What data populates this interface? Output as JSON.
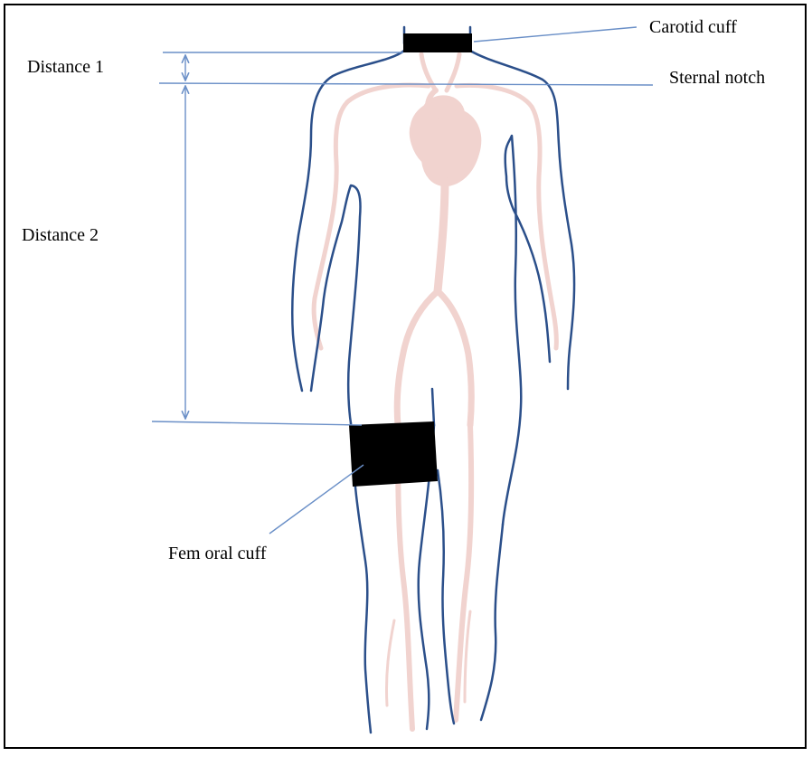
{
  "labels": {
    "carotid_cuff": "Carotid cuff",
    "sternal_notch": "Sternal notch",
    "distance_1": "Distance 1",
    "distance_2": "Distance 2",
    "femoral_cuff": "Fem oral cuff"
  },
  "colors": {
    "body_outline": "#2b4f8a",
    "vessels": "#f1d3cf",
    "guide_lines": "#6a8fc7",
    "cuff": "#000000",
    "border": "#000000",
    "background": "#ffffff"
  }
}
